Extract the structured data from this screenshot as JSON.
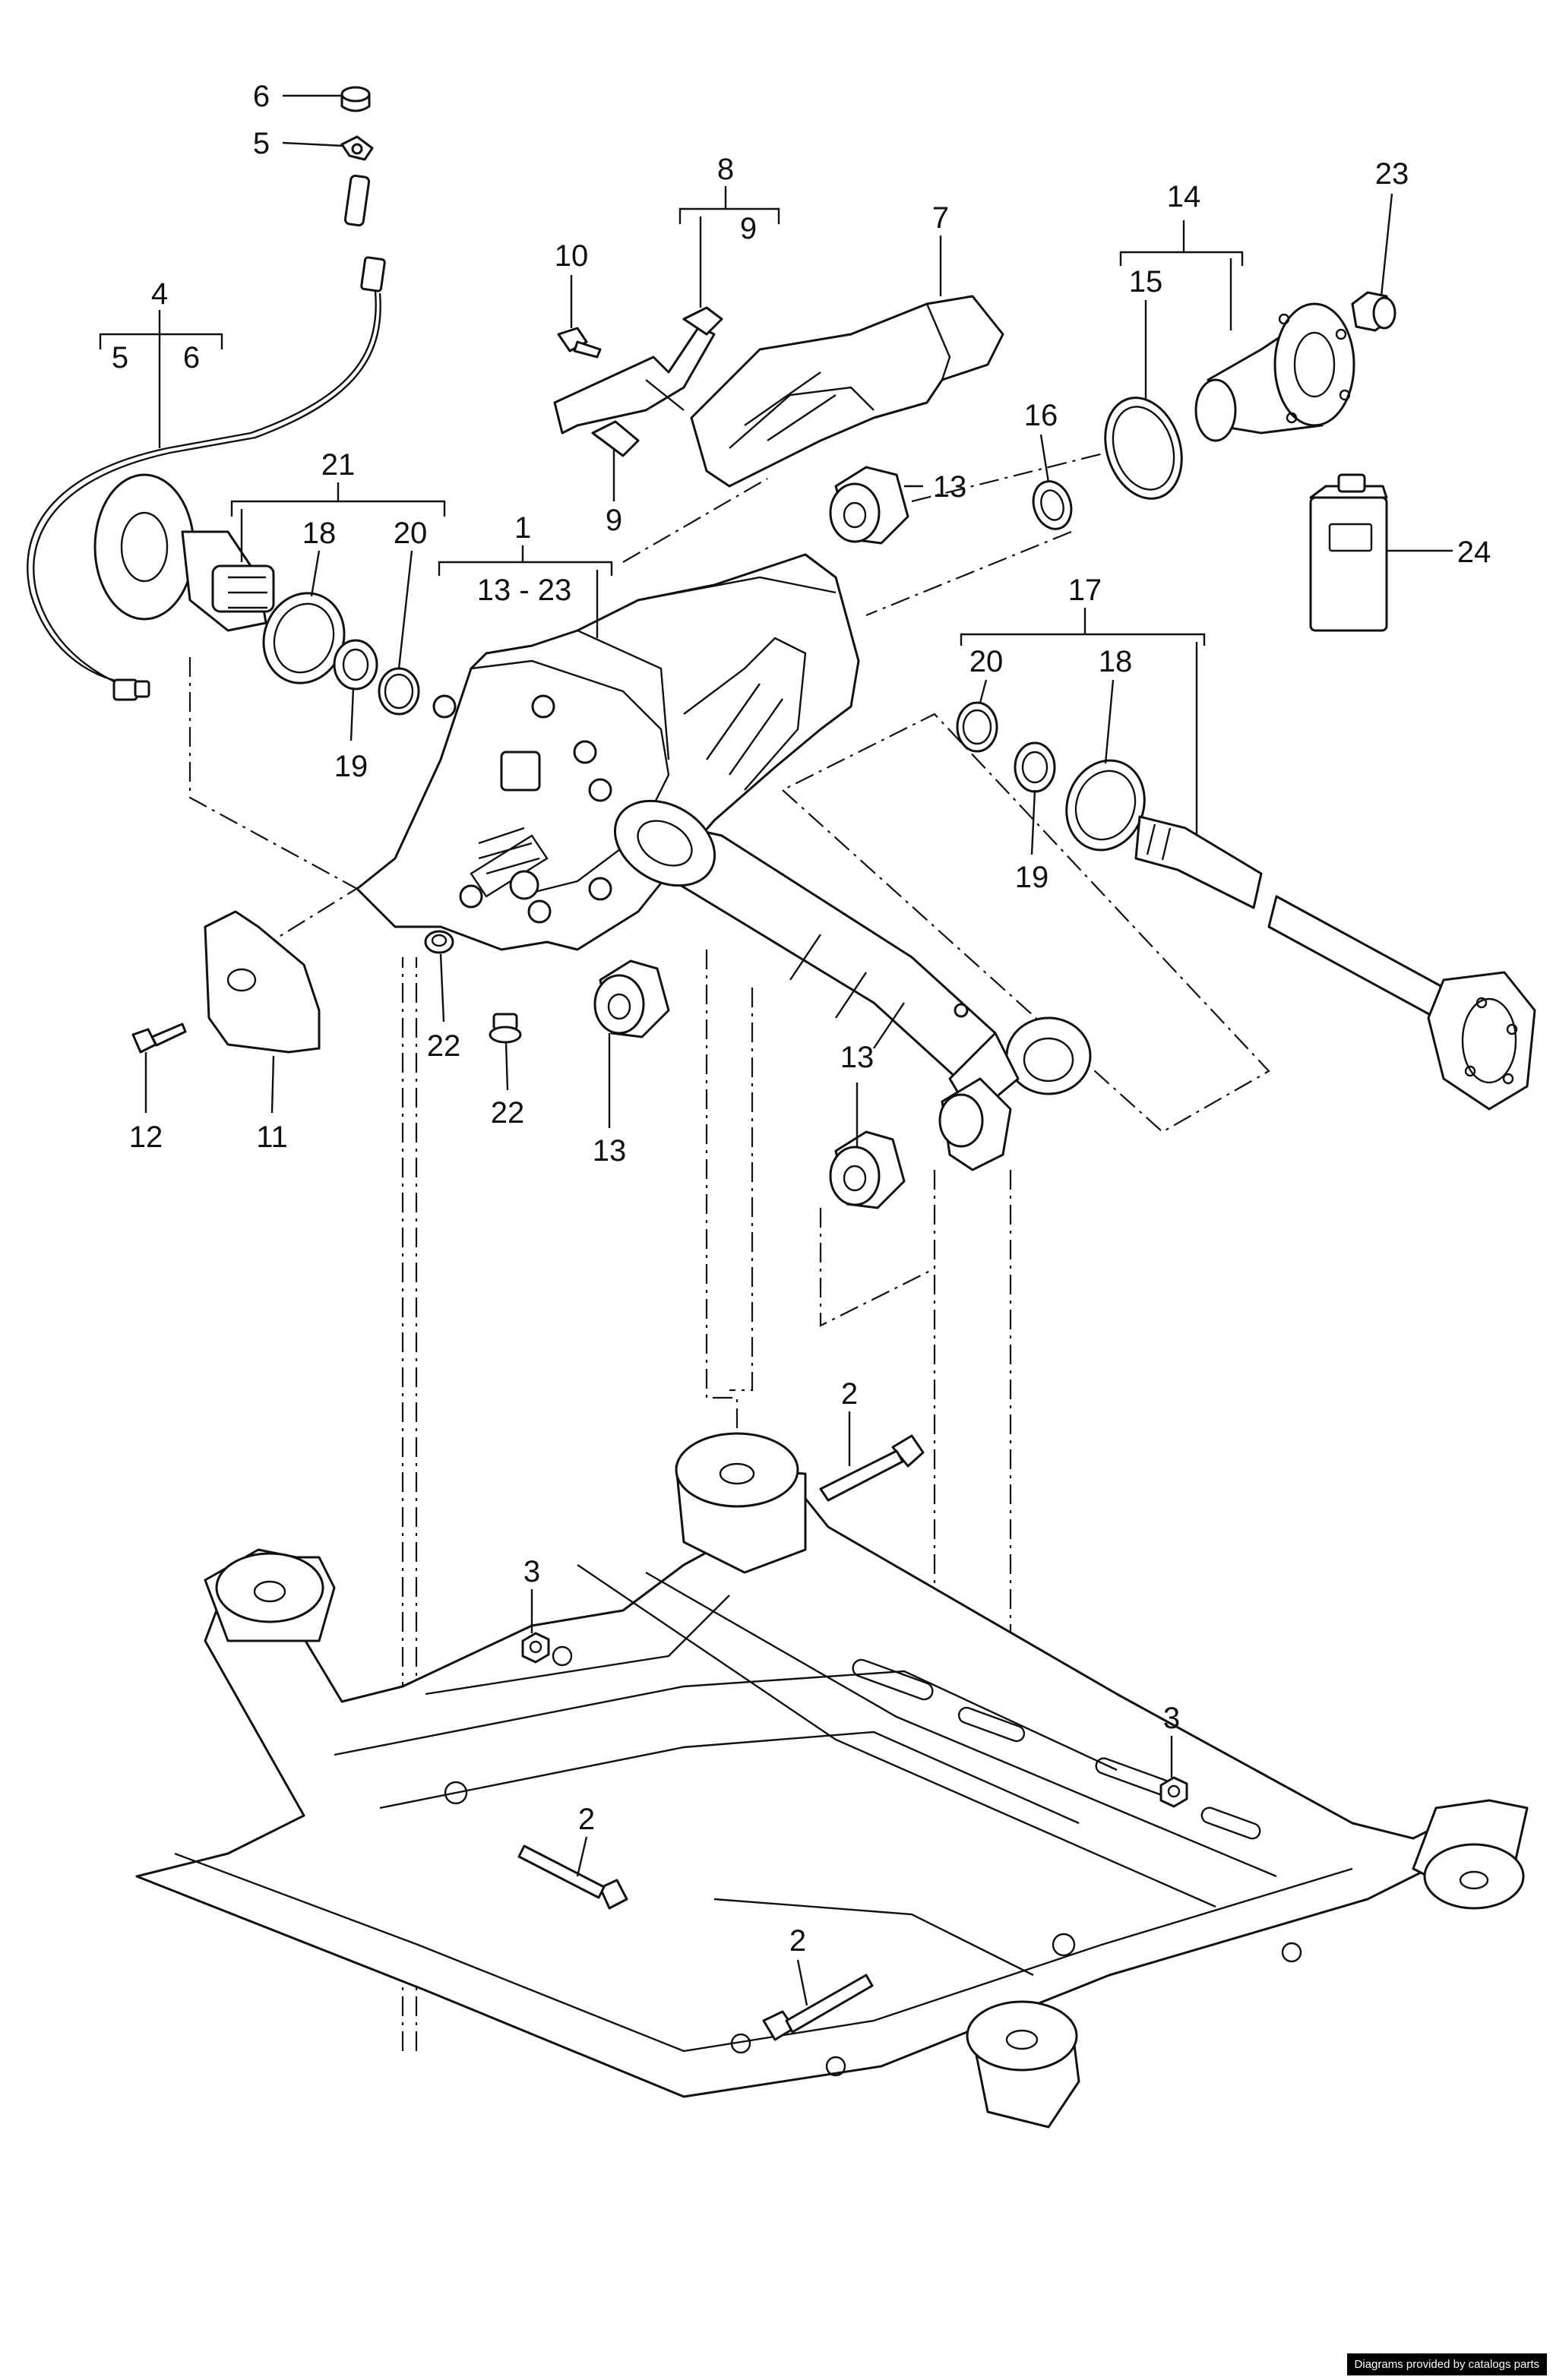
{
  "labels": {
    "p1": "1",
    "p1_range": "13 - 23",
    "p2a": "2",
    "p2b": "2",
    "p2c": "2",
    "p3a": "3",
    "p3b": "3",
    "p4": "4",
    "p4_sub5": "5",
    "p4_sub6": "6",
    "p5": "5",
    "p6": "6",
    "p7": "7",
    "p8": "8",
    "p8_sub9": "9",
    "p9": "9",
    "p10": "10",
    "p11": "11",
    "p12": "12",
    "p13a": "13",
    "p13b": "13",
    "p13c": "13",
    "p14": "14",
    "p15": "15",
    "p16": "16",
    "p17": "17",
    "p17_18": "18",
    "p17_19": "19",
    "p17_20": "20",
    "p21": "21",
    "p21_18": "18",
    "p21_19": "19",
    "p21_20": "20",
    "p22a": "22",
    "p22b": "22",
    "p23": "23",
    "p24": "24"
  },
  "credit": "Diagrams provided by catalogs parts"
}
